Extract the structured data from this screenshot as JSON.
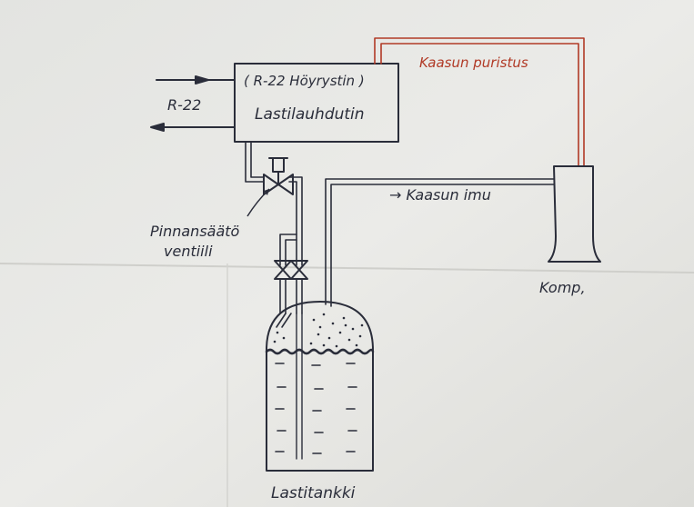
{
  "condenser": {
    "line1": "( R-22 Höyrystin )",
    "line2": "Lastilauhdutin"
  },
  "inlet_label": "R-22",
  "discharge_label": "Kaasun puristus",
  "suction_label": "→ Kaasun imu",
  "valve_label_line1": "Pinnansäätö",
  "valve_label_line2": "ventiili",
  "compressor_label": "Komp,",
  "tank_label": "Lastitankki",
  "colors": {
    "ink": "#2a2d3a",
    "red_line": "#b13a26",
    "pipe_fill": "#f4f4f2"
  }
}
